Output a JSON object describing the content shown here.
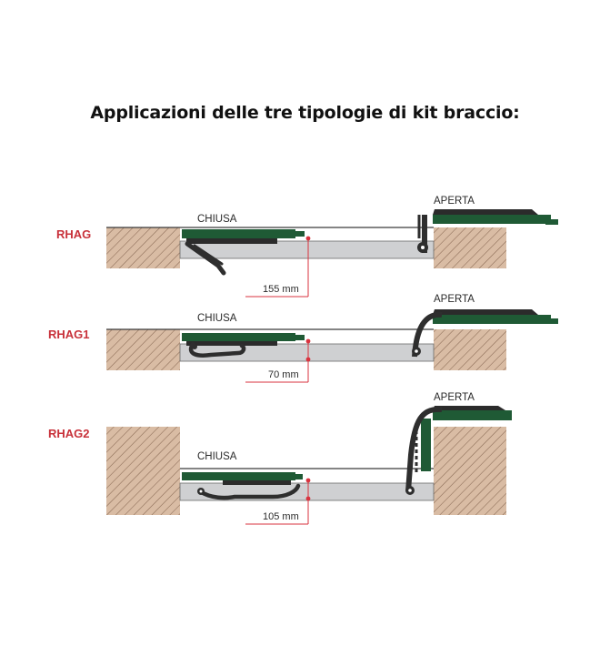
{
  "title": "Applicazioni delle tre tipologie di kit braccio:",
  "label_closed": "CHIUSA",
  "label_open": "APERTA",
  "colors": {
    "kit_label": "#c8313a",
    "wall_fill": "#d9bca4",
    "wall_hatch": "#8a6a55",
    "door_green": "#1f5a35",
    "door_dark": "#2b2b2b",
    "track_gray": "#cfd0d2",
    "dim_red": "#d9333f",
    "arm_dark": "#2e2e2e"
  },
  "kits": [
    {
      "name": "RHAG",
      "dimension": "155 mm"
    },
    {
      "name": "RHAG1",
      "dimension": "70 mm"
    },
    {
      "name": "RHAG2",
      "dimension": "105 mm"
    }
  ]
}
